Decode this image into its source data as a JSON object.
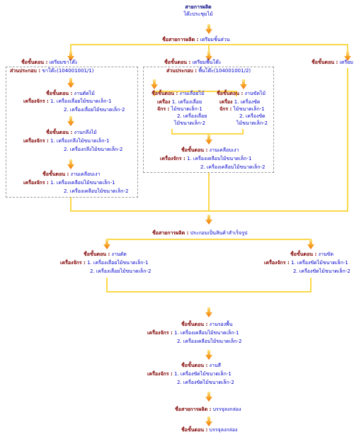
{
  "header": {
    "title": "สายการผลิต",
    "subtitle": "โต๊ะประชุมไม้"
  },
  "labels": {
    "line": "ชื่อสายการผลิต :",
    "step": "ชื่อขั้นตอน :",
    "part": "ส่วนประกอบ :",
    "machine": "เครื่องจักร :",
    "machine_wrap_a": "เครื่อง",
    "machine_wrap_b": "จักร :"
  },
  "top_line": "เตรียมชิ้นส่วน",
  "left_col": {
    "step": "เตรียมขาโต๊ะ",
    "part": "ขาโต๊ะ(104001001/1)",
    "steps": [
      {
        "name": "งานตัดไม้",
        "machines": [
          "1. เครื่องเลื่อยไม้ขนาดเล็ก-1",
          "2. เครื่องเลื่อยไม้ขนาดเล็ก-2"
        ]
      },
      {
        "name": "งานกลึงไม้",
        "machines": [
          "1. เครื่องกลึงไม้ขนาดเล็ก-1",
          "2. เครื่องกลึงไม้ขนาดเล็ก-2"
        ]
      },
      {
        "name": "งานเคลือบเงา",
        "machines": [
          "1. เครื่องเคลือบไม้ขนาดเล็ก-1",
          "2. เครื่องเคลือบไม้ขนาดเล็ก-2"
        ]
      }
    ]
  },
  "mid_col": {
    "step": "เตรียมพื้นโต๊ะ",
    "part": "พื้นโต๊ะ(104001001/2)",
    "sub_left": {
      "name": "งานเลื่อยไม้",
      "m1": "1. เครื่องเลื่อย",
      "m1b": "ไม้ขนาดเล็ก-1",
      "m2": "2. เครื่องเลื่อย",
      "m2b": "ไม้ขนาดเล็ก-2"
    },
    "sub_right": {
      "name": "งานขัดไม้",
      "m1": "1. เครื่องขัด",
      "m1b": "ไม้ขนาดเล็ก-1",
      "m2": "2. เครื่องขัด",
      "m2b": "ไม้ขนาดเล็ก-2"
    },
    "final": {
      "name": "งานเคลือบเงา",
      "machines": [
        "1. เครื่องเคลือบไม้ขนาดเล็ก-1",
        "2. เครื่องเคลือบไม้ขนาดเล็ก-2"
      ]
    }
  },
  "right_col": {
    "step": "เตรียม"
  },
  "assembly_line": "ประกอบเป็นสินค้าสำเร็จรูป",
  "assembly_left": {
    "name": "งานตัด",
    "machines": [
      "1. เครื่องเลื่อยไม้ขนาดเล็ก-1",
      "2. เครื่องเลื่อยไม้ขนาดเล็ก-2"
    ]
  },
  "assembly_right": {
    "name": "งานขัด",
    "machines": [
      "1. เครื่องขัดไม้ขนาดเล็ก-1",
      "2. เครื่องขัดไม้ขนาดเล็ก-2"
    ]
  },
  "floor_step": {
    "name": "งานรองพื้น",
    "machines": [
      "1. เครื่องเคลือบไม้ขนาดเล็ก-1",
      "2. เครื่องเคลือบไม้ขนาดเล็ก-2"
    ]
  },
  "paint_step": {
    "name": "งานสี",
    "machines": [
      "1. เครื่องขัดไม้ขนาดเล็ก-1",
      "2. เครื่องขัดไม้ขนาดเล็ก-2"
    ]
  },
  "pack_line": "บรรจุลงกล่อง",
  "pack_step": "บรรจุลงกล่อง"
}
